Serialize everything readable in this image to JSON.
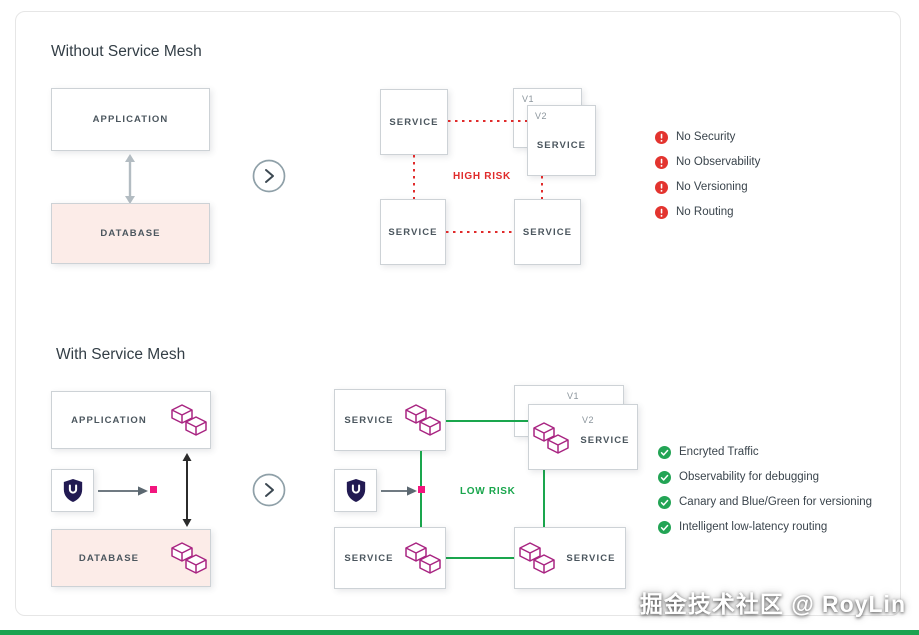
{
  "watermark": "掘金技术社区 @ RoyLin",
  "colors": {
    "risk_red": "#e02b2b",
    "ok_green": "#1aa64d",
    "mesh_magenta": "#a92582",
    "accent_pink": "#f2167e",
    "db_pink_bg": "#fcece8",
    "box_border": "#cdd2d6",
    "bottom_bar_green": "#1ba351"
  },
  "labels": {
    "application": "APPLICATION",
    "database": "DATABASE",
    "service": "SERVICE",
    "v1": "V1",
    "v2": "V2"
  },
  "icons": {
    "alert": "!",
    "check": "✓",
    "chevron": "›",
    "sidecar_proxy": "two-cubes-outline",
    "mesh_control": "shield"
  },
  "without_mesh": {
    "title": "Without Service Mesh",
    "risk": "HIGH RISK",
    "issues": [
      "No Security",
      "No Observability",
      "No Versioning",
      "No Routing"
    ]
  },
  "with_mesh": {
    "title": "With Service Mesh",
    "risk": "LOW RISK",
    "benefits": [
      "Encryted Traffic",
      "Observability for debugging",
      "Canary and Blue/Green for versioning",
      "Intelligent low-latency routing"
    ]
  }
}
